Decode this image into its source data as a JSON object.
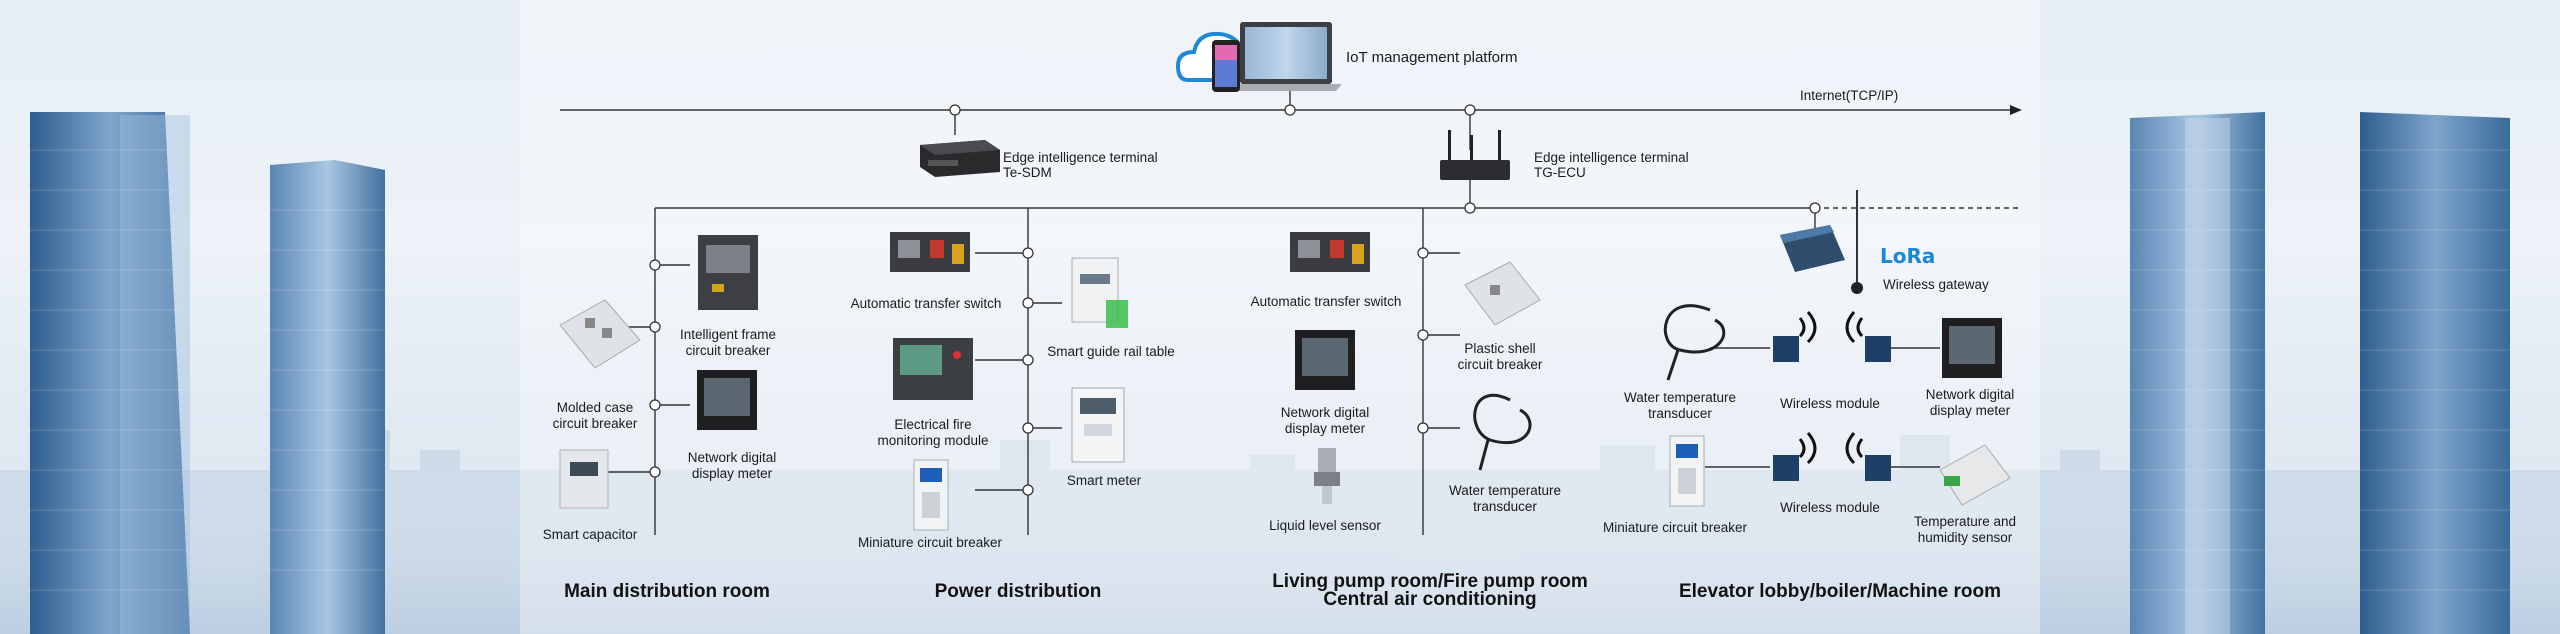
{
  "platform": {
    "label": "IoT management platform"
  },
  "internet": {
    "label": "Internet(TCP/IP)"
  },
  "edge": [
    {
      "line1": "Edge intelligence terminal",
      "line2": "Te-SDM"
    },
    {
      "line1": "Edge intelligence terminal",
      "line2": "TG-ECU"
    }
  ],
  "lora": {
    "logo": "LoRa",
    "gateway_label": "Wireless gateway"
  },
  "devices": {
    "molded_case": {
      "l1": "Molded case",
      "l2": "circuit breaker"
    },
    "intelligent_frame": {
      "l1": "Intelligent frame",
      "l2": "circuit breaker"
    },
    "network_meter_1": {
      "l1": "Network digital",
      "l2": "display meter"
    },
    "smart_capacitor": {
      "l1": "Smart capacitor"
    },
    "ats_1": {
      "l1": "Automatic transfer switch"
    },
    "guide_rail": {
      "l1": "Smart guide rail table"
    },
    "fire_module": {
      "l1": "Electrical fire",
      "l2": "monitoring module"
    },
    "smart_meter": {
      "l1": "Smart meter"
    },
    "mcb_1": {
      "l1": "Miniature circuit breaker"
    },
    "ats_2": {
      "l1": "Automatic transfer switch"
    },
    "network_meter_2": {
      "l1": "Network digital",
      "l2": "display meter"
    },
    "liquid_level": {
      "l1": "Liquid level sensor"
    },
    "plastic_shell": {
      "l1": "Plastic shell",
      "l2": "circuit breaker"
    },
    "water_temp_1": {
      "l1": "Water temperature",
      "l2": "transducer"
    },
    "water_temp_2": {
      "l1": "Water temperature",
      "l2": "transducer"
    },
    "wireless_module_1": {
      "l1": "Wireless module"
    },
    "network_meter_3": {
      "l1": "Network digital",
      "l2": "display meter"
    },
    "mcb_2": {
      "l1": "Miniature circuit breaker"
    },
    "wireless_module_2": {
      "l1": "Wireless module"
    },
    "temp_humidity": {
      "l1": "Temperature and",
      "l2": "humidity sensor"
    }
  },
  "sections": {
    "main": "Main distribution room",
    "power": "Power distribution",
    "pump_l1": "Living pump room/Fire pump room",
    "pump_l2": "Central air conditioning",
    "elevator": "Elevator lobby/boiler/Machine room"
  }
}
